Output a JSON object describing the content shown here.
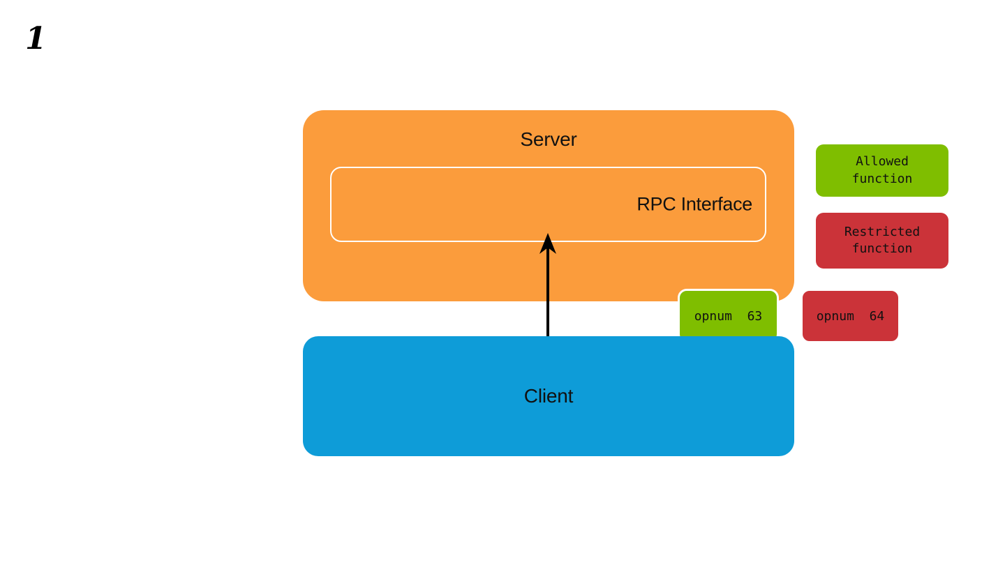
{
  "slide": {
    "number": "1"
  },
  "diagram": {
    "server": {
      "label": "Server",
      "color": "#fb9c3c",
      "rpc_interface": {
        "label": "RPC Interface",
        "border_color": "#ffffff",
        "functions": [
          {
            "label": "opnum  63",
            "status": "allowed",
            "color": "#7fbe00"
          },
          {
            "label": "opnum  64",
            "status": "restricted",
            "color": "#cb3339"
          }
        ]
      }
    },
    "client": {
      "label": "Client",
      "color": "#0e9cd8"
    },
    "arrow": {
      "from": "client",
      "to": "opnum 64",
      "direction": "up",
      "color": "#000000"
    }
  },
  "legend": {
    "items": [
      {
        "label": "Allowed\nfunction",
        "color": "#7fbe00"
      },
      {
        "label": "Restricted\nfunction",
        "color": "#cb3339"
      }
    ]
  }
}
